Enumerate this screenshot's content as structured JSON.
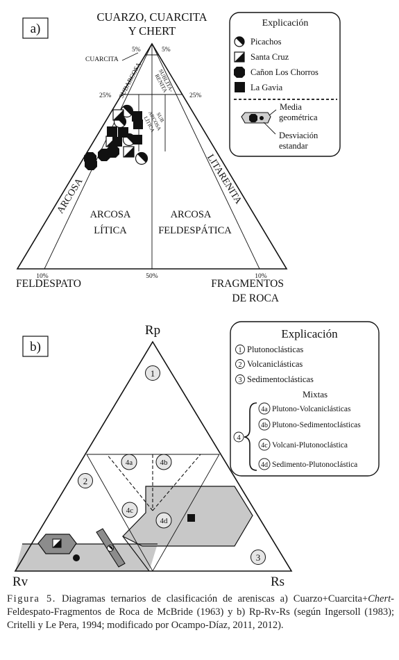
{
  "panel_a": {
    "label": "a)",
    "apex_top_line1": "CUARZO, CUARCITA",
    "apex_top_line2": "Y CHERT",
    "apex_left": "FELDESPATO",
    "apex_right_line1": "FRAGMENTOS",
    "apex_right_line2": "DE ROCA",
    "ticks": {
      "top_left": "5%",
      "top_right": "5%",
      "mid_left": "25%",
      "mid_right": "25%",
      "bottom_left": "10%",
      "bottom_mid": "50%",
      "bottom_right": "10%"
    },
    "fields": {
      "cuarcita": "CUARCITA",
      "subarcosa": "SUBARCOSA",
      "sublitarenita_1": "SUBLITA-",
      "sublitarenita_2": "RENITA",
      "sub_arcosa_litica_1": "SUB",
      "sub_arcosa_litica_2": "ARCOSA",
      "sub_arcosa_litica_3": "LÍTICA",
      "arcosa": "ARCOSA",
      "litarenita": "LITARENITA",
      "arcosa_litica_1": "ARCOSA",
      "arcosa_litica_2": "LÍTICA",
      "arcosa_feldespatica_1": "ARCOSA",
      "arcosa_feldespatica_2": "FELDESPÁTICA"
    },
    "legend": {
      "title": "Explicación",
      "items": [
        "Picachos",
        "Santa Cruz",
        "Cañon Los Chorros",
        "La Gavia"
      ],
      "mean_line1": "Media",
      "mean_line2": "geométrica",
      "sd_line1": "Desviación",
      "sd_line2": "estandar"
    }
  },
  "panel_b": {
    "label": "b)",
    "apex_top": "Rp",
    "apex_left": "Rv",
    "apex_right": "Rs",
    "fields": {
      "f1": "1",
      "f2": "2",
      "f3": "3",
      "f4a": "4a",
      "f4b": "4b",
      "f4c": "4c",
      "f4d": "4d"
    },
    "legend": {
      "title": "Explicación",
      "items": [
        {
          "num": "1",
          "text": "Plutonoclásticas"
        },
        {
          "num": "2",
          "text": "Volcaniclásticas"
        },
        {
          "num": "3",
          "text": "Sedimentoclásticas"
        }
      ],
      "mixtas_title": "Mixtas",
      "group_num": "4",
      "mixtas": [
        {
          "num": "4a",
          "text": "Plutono-Volcaniclásticas"
        },
        {
          "num": "4b",
          "text": "Plutono-Sedimentoclásticas"
        },
        {
          "num": "4c",
          "text": "Volcani-Plutonoclástica"
        },
        {
          "num": "4d",
          "text": "Sedimento-Plutonoclástica"
        }
      ]
    }
  },
  "caption": {
    "figure": "Figura 5.",
    "part1": "Diagramas ternarios de clasificación de areniscas a) Cuarzo+Cuarcita+",
    "italic": "Chert",
    "part2": "-Feldespato-Fragmentos de Roca de McBride (1963) y b) Rp-Rv-Rs (según Ingersoll (1983); Critelli y Le Pera, 1994; modificado por Ocampo-Díaz, 2011, 2012)."
  },
  "colors": {
    "field_fill": "#c8c8c8",
    "field_fill_dark": "#8c8c8c",
    "ink": "#111111"
  }
}
